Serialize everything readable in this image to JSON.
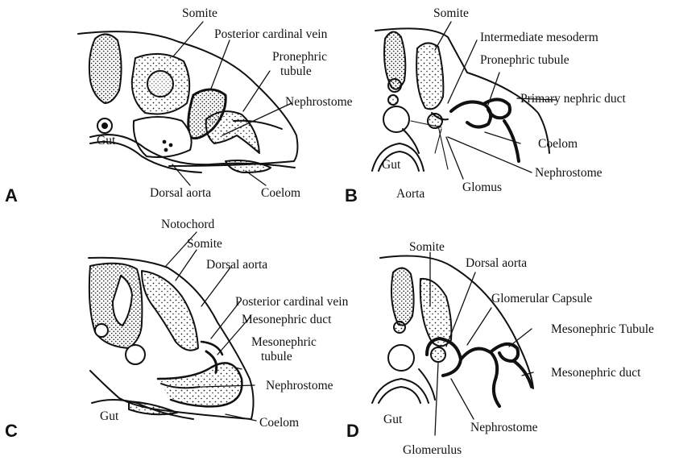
{
  "panels": {
    "A": {
      "letter": "A",
      "labels": {
        "somite": "Somite",
        "posterior_cardinal_vein": "Posterior cardinal vein",
        "pronephric_tubule_1": "Pronephric",
        "pronephric_tubule_2": "tubule",
        "nephrostome": "Nephrostome",
        "gut": "Gut",
        "dorsal_aorta": "Dorsal aorta",
        "coelom": "Coelom"
      }
    },
    "B": {
      "letter": "B",
      "labels": {
        "somite": "Somite",
        "intermediate_mesoderm": "Intermediate mesoderm",
        "pronephric_tubule": "Pronephric tubule",
        "primary_nephric_duct": "Primary nephric duct",
        "coelom": "Coelom",
        "nephrostome": "Nephrostome",
        "gut": "Gut",
        "aorta": "Aorta",
        "glomus": "Glomus"
      }
    },
    "C": {
      "letter": "C",
      "labels": {
        "notochord": "Notochord",
        "somite": "Somite",
        "dorsal_aorta": "Dorsal aorta",
        "posterior_cardinal_vein": "Posterior cardinal vein",
        "mesonephric_duct": "Mesonephric duct",
        "mesonephric_tubule_1": "Mesonephric",
        "mesonephric_tubule_2": "tubule",
        "nephrostome": "Nephrostome",
        "gut": "Gut",
        "coelom": "Coelom"
      }
    },
    "D": {
      "letter": "D",
      "labels": {
        "somite": "Somite",
        "dorsal_aorta": "Dorsal aorta",
        "glomerular_capsule": "Glomerular Capsule",
        "mesonephric_tubule": "Mesonephric Tubule",
        "mesonephric_duct": "Mesonephric duct",
        "nephrostome": "Nephrostome",
        "gut": "Gut",
        "glomerulus": "Glomerulus"
      }
    }
  }
}
